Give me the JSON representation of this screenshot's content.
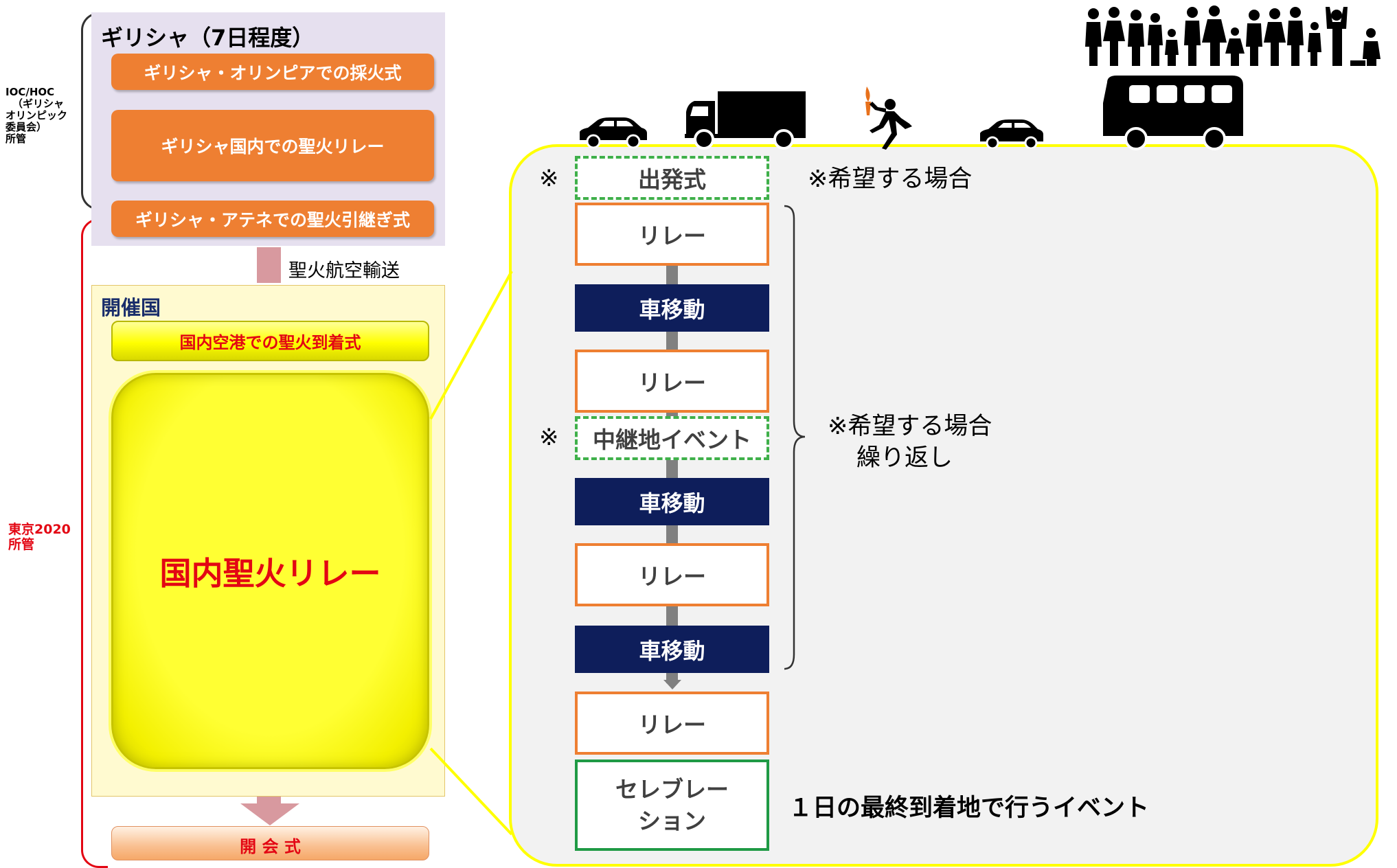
{
  "left": {
    "ioc_label": [
      "IOC/HOC",
      "（ギリシャ",
      "オリンピック",
      "委員会）",
      "所管"
    ],
    "tokyo_label": [
      "東京2020",
      "所管"
    ],
    "greece": {
      "title": "ギリシャ（7日程度）",
      "items": [
        "ギリシャ・オリンピアでの採火式",
        "ギリシャ国内での聖火リレー",
        "ギリシャ・アテネでの聖火引継ぎ式"
      ]
    },
    "air_transport": "聖火航空輸送",
    "host": {
      "title": "開催国",
      "arrival": "国内空港での聖火到着式",
      "relay": "国内聖火リレー"
    },
    "opening": "開 会 式"
  },
  "detail": {
    "steps": [
      {
        "kind": "optional",
        "label": "出発式",
        "asterisk": "※"
      },
      {
        "kind": "relay",
        "label": "リレー"
      },
      {
        "kind": "car",
        "label": "車移動"
      },
      {
        "kind": "relay",
        "label": "リレー"
      },
      {
        "kind": "optional",
        "label": "中継地イベント",
        "asterisk": "※"
      },
      {
        "kind": "car",
        "label": "車移動"
      },
      {
        "kind": "relay",
        "label": "リレー"
      },
      {
        "kind": "car",
        "label": "車移動"
      },
      {
        "kind": "relay",
        "label": "リレー"
      },
      {
        "kind": "celebration",
        "label": "セレブレーション"
      }
    ],
    "celebration_lines": [
      "セレブレー",
      "ション"
    ],
    "note_top": "※希望する場合",
    "note_repeat": [
      "※希望する場合",
      "繰り返し"
    ],
    "final_note": "１日の最終到着地で行うイベント"
  },
  "icons": [
    "car-icon",
    "truck-icon",
    "torch-runner-icon",
    "car-icon",
    "bus-icon",
    "crowd-icon"
  ],
  "colors": {
    "orange": "#ee7f32",
    "navy": "#0e1e5b",
    "yellow": "#ffff00",
    "red": "#e30613",
    "green": "#1f9a45"
  }
}
